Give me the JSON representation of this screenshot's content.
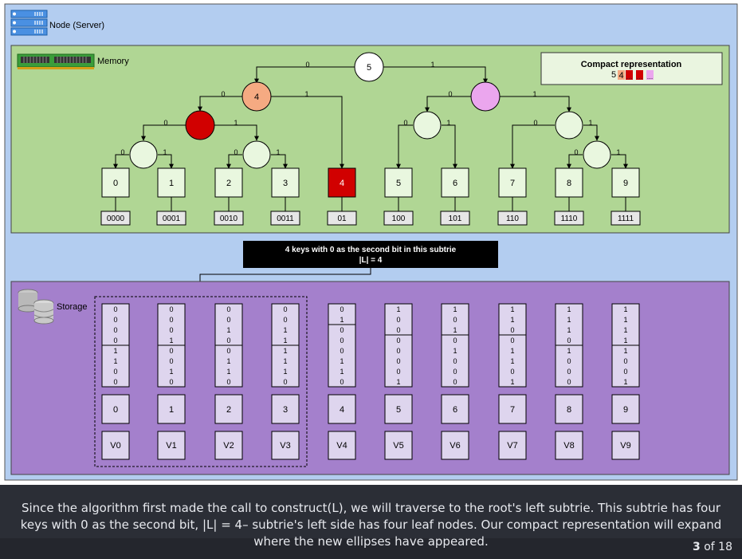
{
  "node_label": "Node (Server)",
  "memory_label": "Memory",
  "storage_label": "Storage",
  "compact": {
    "title": "Compact representation",
    "root": "5",
    "second": "4",
    "colors": [
      "#d10000",
      "#d10000",
      "#eba6ee"
    ]
  },
  "trie": {
    "root_label": "5",
    "left_child_label": "4",
    "edge_zero": "0",
    "edge_one": "1"
  },
  "leaves": [
    "0",
    "1",
    "2",
    "3",
    "4",
    "5",
    "6",
    "7",
    "8",
    "9"
  ],
  "codes": [
    "0000",
    "0001",
    "0010",
    "0011",
    "01",
    "100",
    "101",
    "110",
    "1110",
    "1111"
  ],
  "callout": {
    "line1": "4 keys with 0 as the second bit in this subtrie",
    "line2": "|L| = 4"
  },
  "storage_columns": [
    {
      "top": [
        "0",
        "0",
        "0",
        "0"
      ],
      "bottom": [
        "1",
        "1",
        "0",
        "0"
      ],
      "index": "0",
      "value": "V0"
    },
    {
      "top": [
        "0",
        "0",
        "0",
        "1"
      ],
      "bottom": [
        "0",
        "0",
        "1",
        "0"
      ],
      "index": "1",
      "value": "V1"
    },
    {
      "top": [
        "0",
        "0",
        "1",
        "0"
      ],
      "bottom": [
        "0",
        "1",
        "1",
        "0"
      ],
      "index": "2",
      "value": "V2"
    },
    {
      "top": [
        "0",
        "0",
        "1",
        "1"
      ],
      "bottom": [
        "1",
        "1",
        "1",
        "0"
      ],
      "index": "3",
      "value": "V3"
    },
    {
      "top": [
        "0",
        "1"
      ],
      "bottom": [
        "0",
        "0",
        "0",
        "1",
        "1",
        "0"
      ],
      "index": "4",
      "value": "V4"
    },
    {
      "top": [
        "1",
        "0",
        "0"
      ],
      "bottom": [
        "0",
        "0",
        "0",
        "0",
        "1"
      ],
      "index": "5",
      "value": "V5"
    },
    {
      "top": [
        "1",
        "0",
        "1"
      ],
      "bottom": [
        "0",
        "1",
        "0",
        "0",
        "0"
      ],
      "index": "6",
      "value": "V6"
    },
    {
      "top": [
        "1",
        "1",
        "0"
      ],
      "bottom": [
        "0",
        "1",
        "1",
        "0",
        "1"
      ],
      "index": "7",
      "value": "V7"
    },
    {
      "top": [
        "1",
        "1",
        "1",
        "0"
      ],
      "bottom": [
        "1",
        "0",
        "0",
        "0"
      ],
      "index": "8",
      "value": "V8"
    },
    {
      "top": [
        "1",
        "1",
        "1",
        "1"
      ],
      "bottom": [
        "1",
        "0",
        "0",
        "1"
      ],
      "index": "9",
      "value": "V9"
    }
  ],
  "caption": "Since the algorithm first made the call to construct(L), we will traverse to the root's left subtrie. This subtrie has four keys with 0 as the second bit, |L| = 4– subtrie's left side has four leaf nodes. Our compact representation will expand where the new ellipses have appeared.",
  "pager": {
    "current": "3",
    "of_text": "of 18"
  },
  "colors": {
    "server_bg": "#b3cdf0",
    "memory_bg": "#b0d694",
    "storage_bg": "#a480cc",
    "leaf_fill": "#e9f7df",
    "code_fill": "#e6e6e6",
    "highlight_red": "#d10000",
    "orange_node": "#f5aa82",
    "pink_node": "#eba6ee",
    "storage_cell": "#ded5ee"
  }
}
